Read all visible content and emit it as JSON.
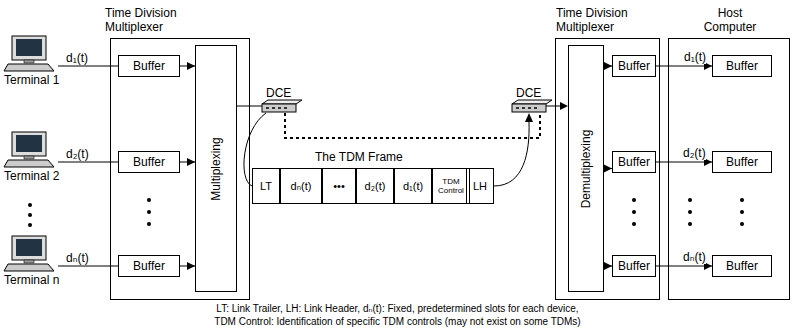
{
  "diagram": {
    "nodes": [
      {
        "text": [
          "Time Division Multiplexer"
        ]
      },
      {
        "text": [
          "Buffer"
        ],
        "in": 0
      },
      {
        "text": [
          "Buffer"
        ],
        "in": 0
      },
      {
        "text": [
          "Buffer"
        ],
        "in": 0
      },
      {
        "text": [
          "Multiplexing"
        ],
        "in": 0
      },
      {
        "text": [
          "The TDM Frame"
        ]
      },
      {
        "text": [
          "LT"
        ],
        "in": 5
      },
      {
        "text": [
          "dₙ(t)"
        ],
        "in": 5
      },
      {
        "text": [
          "•••"
        ],
        "in": 5
      },
      {
        "text": [
          "d₂(t)"
        ],
        "in": 5
      },
      {
        "text": [
          "d₁(t)"
        ],
        "in": 5
      },
      {
        "text": [
          "TDM Control"
        ],
        "in": 5
      },
      {
        "text": [
          "LH"
        ],
        "in": 5
      },
      {
        "text": [
          "Time Division Multiplexer"
        ]
      },
      {
        "text": [
          "Demultiplexing"
        ],
        "in": 13
      },
      {
        "text": [
          "Buffer"
        ],
        "in": 13
      },
      {
        "text": [
          "Buffer"
        ],
        "in": 13
      },
      {
        "text": [
          "Buffer"
        ],
        "in": 13
      },
      {
        "text": [
          "Host Computer"
        ]
      },
      {
        "text": [
          "Buffer"
        ],
        "in": 18
      },
      {
        "text": [
          "Buffer"
        ],
        "in": 18
      },
      {
        "text": [
          "Buffer"
        ],
        "in": 18
      }
    ],
    "edges": [
      {
        "from": 1,
        "to": 4,
        "arrow": "to"
      },
      {
        "from": 2,
        "to": 4,
        "arrow": "to"
      },
      {
        "from": 3,
        "to": 4,
        "arrow": "to"
      },
      {
        "from": 14,
        "to": 15,
        "arrow": "to"
      },
      {
        "from": 14,
        "to": 16,
        "arrow": "to"
      },
      {
        "from": 14,
        "to": 17,
        "arrow": "to"
      },
      {
        "from": 15,
        "to": 19,
        "label": "d₁(t)",
        "arrow": "to"
      },
      {
        "from": 16,
        "to": 20,
        "label": "d₂(t)",
        "arrow": "to"
      },
      {
        "from": 17,
        "to": 21,
        "label": "dₙ(t)",
        "arrow": "to"
      }
    ],
    "labels": [
      "Terminal 1",
      "Terminal 2",
      "Terminal n",
      "d₁(t)",
      "d₂(t)",
      "dₙ(t)",
      "DCE",
      "DCE",
      "LT: Link Trailer, LH: Link Header, dₙ(t): Fixed, predetermined slots for each device,",
      "TDM Control: Identification of specific TDM controls (may not exist on some TDMs)"
    ]
  }
}
